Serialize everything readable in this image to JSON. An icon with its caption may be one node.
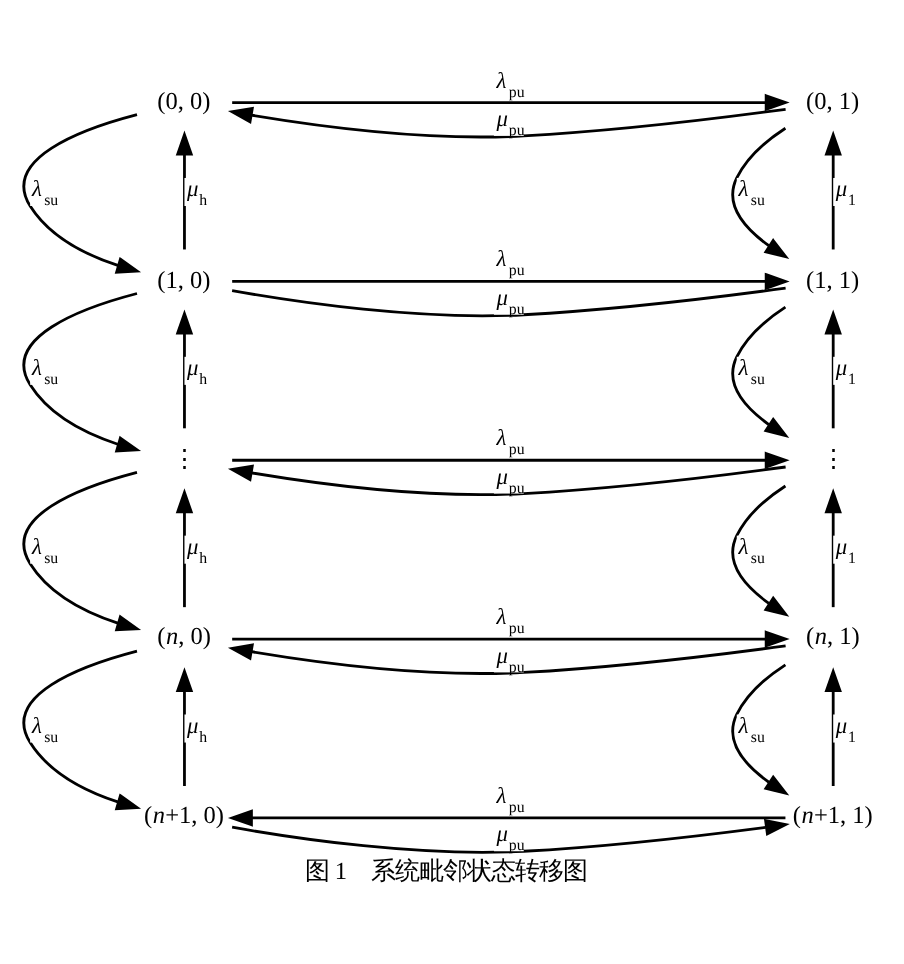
{
  "diagram": {
    "caption": "图 1　系统毗邻状态转移图",
    "nodes": [
      {
        "text": [
          "(0, 0)"
        ]
      },
      {
        "text": [
          "(0, 1)"
        ]
      },
      {
        "text": [
          "(1, 0)"
        ]
      },
      {
        "text": [
          "(1, 1)"
        ]
      },
      {
        "text": [
          "⋮"
        ]
      },
      {
        "text": [
          "⋮"
        ]
      },
      {
        "text": [
          "(*n*, 0)"
        ]
      },
      {
        "text": [
          "(*n*, 1)"
        ]
      },
      {
        "text": [
          "(*n*+1, 0)"
        ]
      },
      {
        "text": [
          "(*n*+1, 1)"
        ]
      }
    ],
    "edges": [
      {
        "from": 0,
        "to": 1,
        "arrow": "to",
        "label": "*λ*$_{pu}$"
      },
      {
        "from": 1,
        "to": 0,
        "arrow": "to",
        "label": "*μ*$_{pu}$"
      },
      {
        "from": 0,
        "to": 2,
        "arrow": "to",
        "label": "*λ*$_{su}$"
      },
      {
        "from": 2,
        "to": 0,
        "arrow": "to",
        "label": "*μ*$_{h}$"
      },
      {
        "from": 1,
        "to": 3,
        "arrow": "to",
        "label": "*λ*$_{su}$"
      },
      {
        "from": 3,
        "to": 1,
        "arrow": "to",
        "label": "*μ*$_{1}$"
      },
      {
        "from": 2,
        "to": 3,
        "arrow": "to",
        "label": "*λ*$_{pu}$"
      },
      {
        "from": 3,
        "to": 2,
        "arrow": "none",
        "label": "*μ*$_{pu}$"
      },
      {
        "from": 2,
        "to": 4,
        "arrow": "to",
        "label": "*λ*$_{su}$"
      },
      {
        "from": 4,
        "to": 2,
        "arrow": "to",
        "label": "*μ*$_{h}$"
      },
      {
        "from": 3,
        "to": 5,
        "arrow": "to",
        "label": "*λ*$_{su}$"
      },
      {
        "from": 5,
        "to": 3,
        "arrow": "to",
        "label": "*μ*$_{1}$"
      },
      {
        "from": 4,
        "to": 5,
        "arrow": "to",
        "label": "*λ*$_{pu}$"
      },
      {
        "from": 5,
        "to": 4,
        "arrow": "to",
        "label": "*μ*$_{pu}$"
      },
      {
        "from": 4,
        "to": 6,
        "arrow": "to",
        "label": "*λ*$_{su}$"
      },
      {
        "from": 6,
        "to": 4,
        "arrow": "to",
        "label": "*μ*$_{h}$"
      },
      {
        "from": 5,
        "to": 7,
        "arrow": "to",
        "label": "*λ*$_{su}$"
      },
      {
        "from": 7,
        "to": 5,
        "arrow": "to",
        "label": "*μ*$_{1}$"
      },
      {
        "from": 6,
        "to": 7,
        "arrow": "to",
        "label": "*λ*$_{pu}$"
      },
      {
        "from": 7,
        "to": 6,
        "arrow": "to",
        "label": "*μ*$_{pu}$"
      },
      {
        "from": 6,
        "to": 8,
        "arrow": "to",
        "label": "*λ*$_{su}$"
      },
      {
        "from": 8,
        "to": 6,
        "arrow": "to",
        "label": "*μ*$_{h}$"
      },
      {
        "from": 7,
        "to": 9,
        "arrow": "to",
        "label": "*λ*$_{su}$"
      },
      {
        "from": 9,
        "to": 7,
        "arrow": "to",
        "label": "*μ*$_{1}$"
      },
      {
        "from": 9,
        "to": 8,
        "arrow": "to",
        "label": "*λ*$_{pu}$"
      },
      {
        "from": 8,
        "to": 9,
        "arrow": "to",
        "label": "*μ*$_{pu}$"
      }
    ]
  }
}
